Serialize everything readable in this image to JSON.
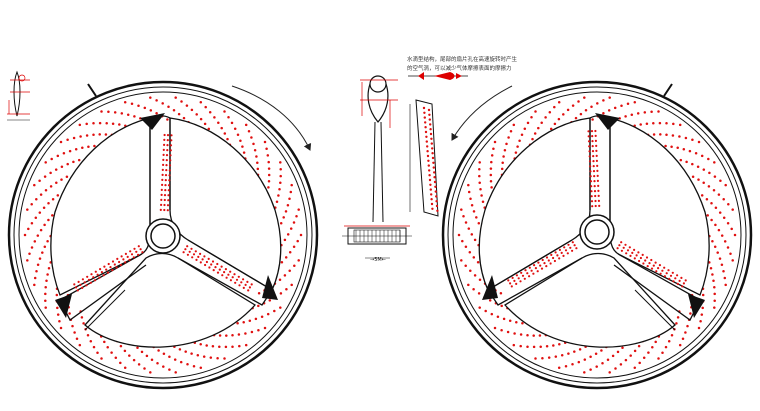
{
  "annotation": {
    "line1": "水滴型结构，尾部的扇片孔在高速旋转时产生",
    "line2": "的空气涡，可以减少气体摩擦表面的摩擦力"
  },
  "hub_dimension": "→5M←",
  "colors": {
    "line": "#111111",
    "dots": "#e01010",
    "dim": "#d00000"
  },
  "icons": [
    "wheel-left-icon",
    "wheel-right-icon",
    "spoke-section-icon",
    "axle-section-icon",
    "rotation-arrow-icon"
  ]
}
